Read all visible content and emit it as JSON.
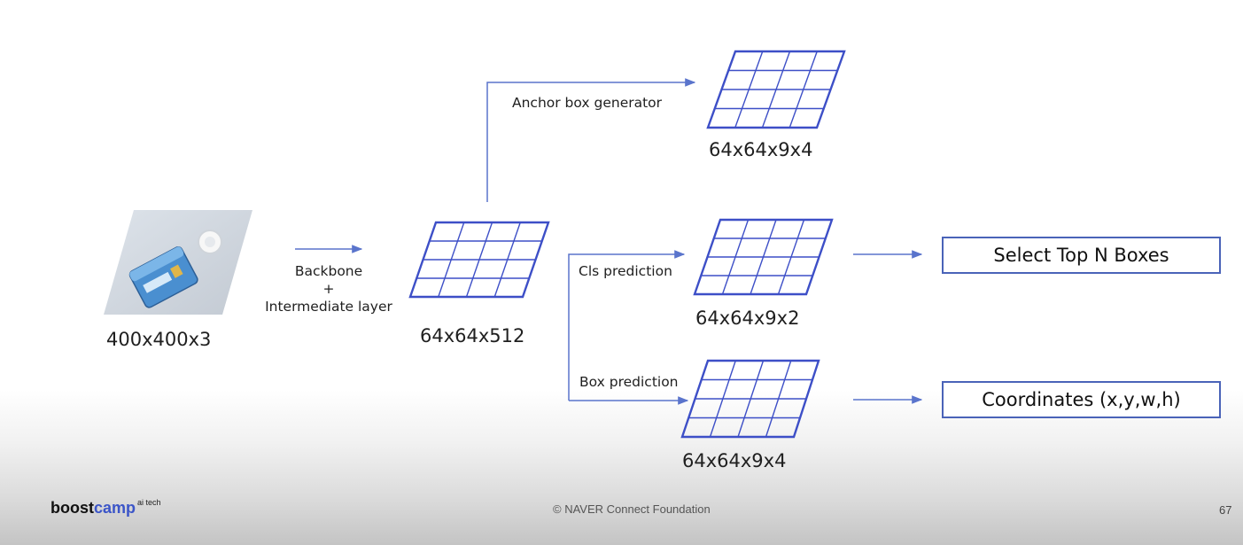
{
  "diagram": {
    "input": {
      "size": "400x400x3"
    },
    "backbone": {
      "line1": "Backbone",
      "line2": "+",
      "line3": "Intermediate layer"
    },
    "feature_map": {
      "size": "64x64x512"
    },
    "anchor": {
      "label": "Anchor box generator",
      "size": "64x64x9x4"
    },
    "cls": {
      "label": "Cls prediction",
      "size": "64x64x9x2"
    },
    "box": {
      "label": "Box prediction",
      "size": "64x64x9x4"
    },
    "outputs": {
      "select": "Select Top N Boxes",
      "coords": "Coordinates (x,y,w,h)"
    }
  },
  "colors": {
    "grid": "#3d4fc7",
    "arrow": "#5a74cc",
    "logo_accent": "#3b55c8"
  },
  "footer": {
    "logo_boost": "boost",
    "logo_camp": "camp",
    "logo_sup": "ai tech",
    "copyright": "© NAVER Connect Foundation",
    "page": "67"
  }
}
